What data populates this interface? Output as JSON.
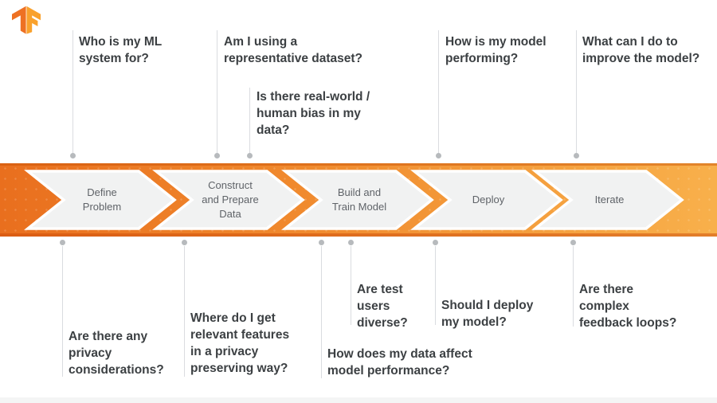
{
  "logo": {
    "name": "TensorFlow logo",
    "color_left": "#ee7123",
    "color_right": "#f9a12c"
  },
  "banner": {
    "gradient_left": "#e96f1e",
    "gradient_right": "#f8b04b",
    "stage_fill": "#f1f2f2",
    "stage_text_color": "#5f6368",
    "stages": [
      {
        "label": "Define\nProblem"
      },
      {
        "label": "Construct\nand Prepare\nData"
      },
      {
        "label": "Build and\nTrain Model"
      },
      {
        "label": "Deploy"
      },
      {
        "label": "Iterate"
      }
    ]
  },
  "questions_top": [
    {
      "text": "Who is my ML\nsystem for?"
    },
    {
      "text": "Am I using a\nrepresentative dataset?"
    },
    {
      "text": "Is there real-world /\nhuman bias in my\ndata?"
    },
    {
      "text": "How is my model\nperforming?"
    },
    {
      "text": "What can I do to\nimprove the model?"
    }
  ],
  "questions_bottom": [
    {
      "text": "Are there any\nprivacy\nconsiderations?"
    },
    {
      "text": "Where do I get\nrelevant features\nin a privacy\npreserving way?"
    },
    {
      "text": "How does my data affect\nmodel performance?"
    },
    {
      "text": "Are test\nusers\ndiverse?"
    },
    {
      "text": "Should I deploy\nmy model?"
    },
    {
      "text": "Are there\ncomplex\nfeedback loops?"
    }
  ],
  "colors": {
    "question_text": "#3c4043",
    "connector_line": "#dadce0",
    "connector_dot": "#b7babd"
  }
}
